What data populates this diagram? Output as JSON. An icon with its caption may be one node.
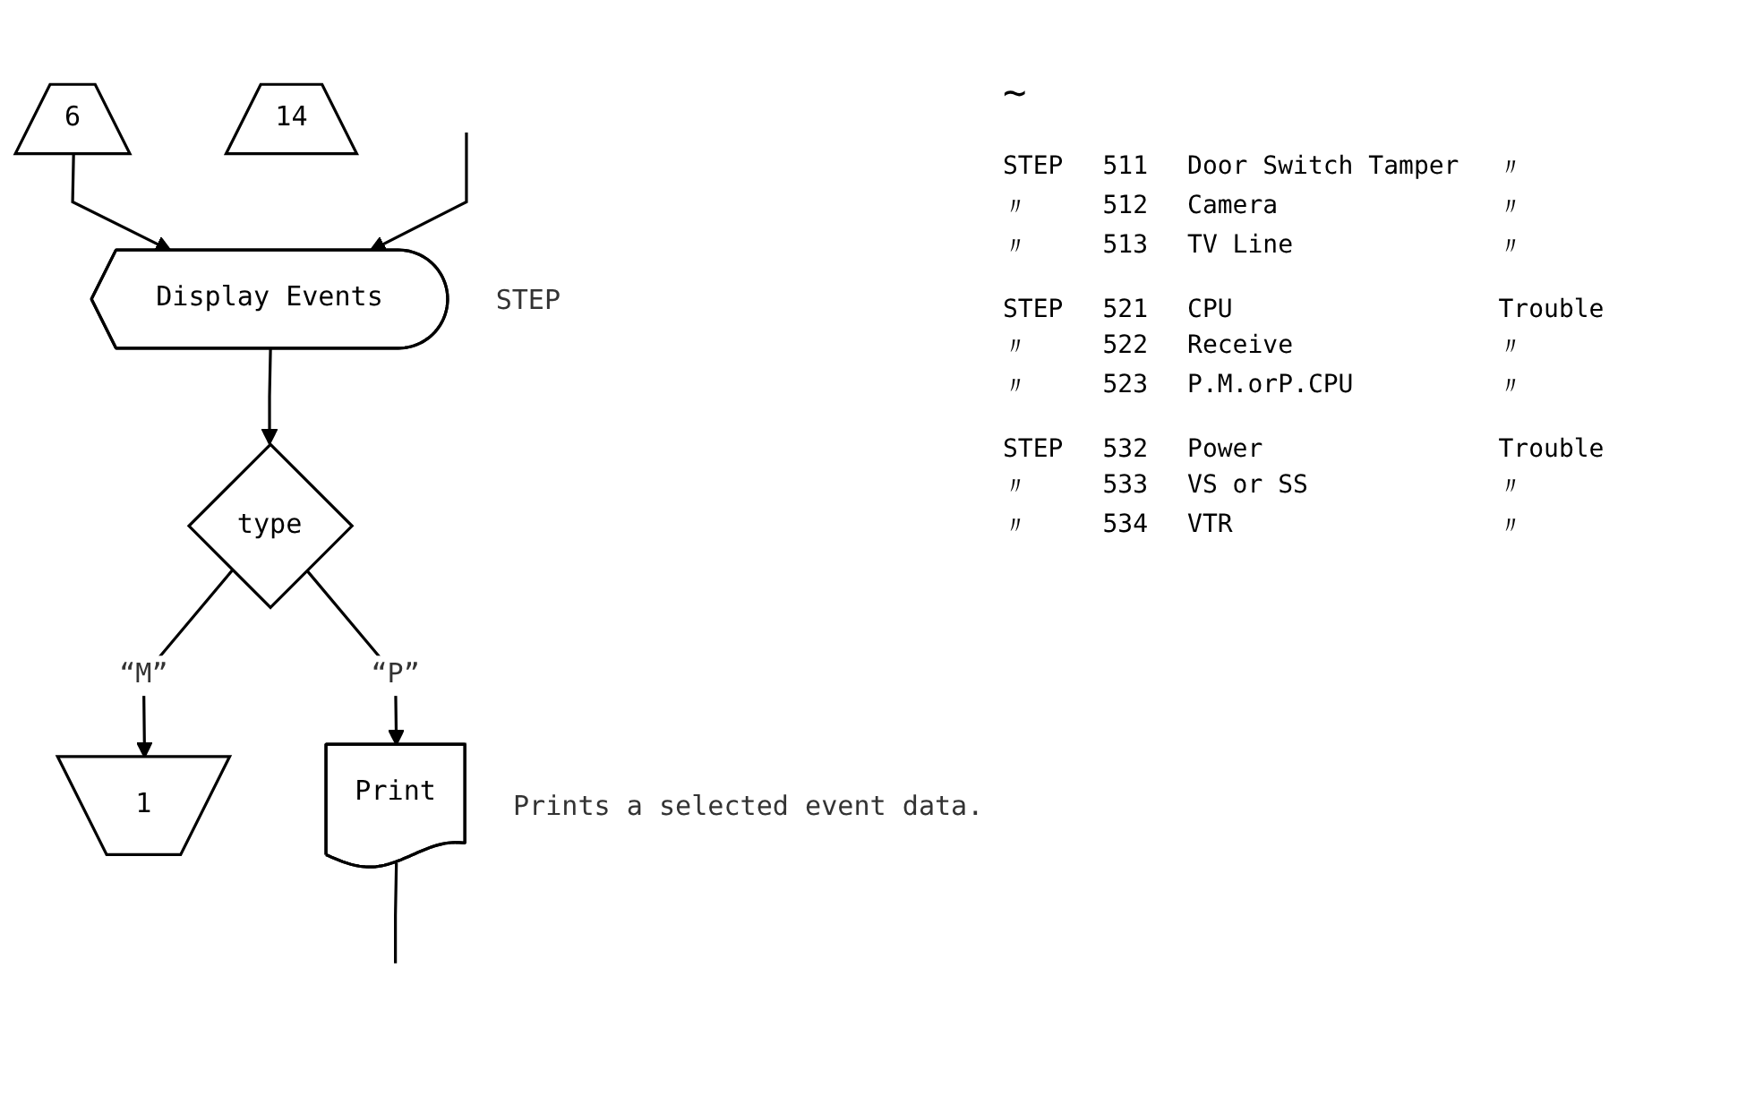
{
  "diagram": {
    "nodes": [
      {
        "text": [
          "6"
        ]
      },
      {
        "text": [
          "14"
        ]
      },
      {
        "text": [
          "Display Events"
        ],
        "beside": [
          "STEP"
        ]
      },
      {
        "text": [
          "type"
        ]
      },
      {
        "text": [
          "1"
        ]
      },
      {
        "text": [
          "Print"
        ],
        "beside": [
          "Prints a selected event data."
        ]
      }
    ],
    "edges": [
      {
        "from": 0,
        "to": 2,
        "arrow": "to"
      },
      {
        "from": null,
        "to": 2,
        "arrow": "to"
      },
      {
        "from": 2,
        "to": 3,
        "arrow": "to"
      },
      {
        "from": 3,
        "to": 4,
        "arrow": "to",
        "label": "“M”"
      },
      {
        "from": 3,
        "to": 5,
        "arrow": "to",
        "label": "“P”"
      },
      {
        "from": 5,
        "to": null,
        "arrow": "none"
      }
    ],
    "labels": [
      "~",
      "STEP",
      "511",
      "Door Switch Tamper",
      "〃",
      "〃",
      "512",
      "Camera",
      "〃",
      "〃",
      "513",
      "TV Line",
      "〃",
      "STEP",
      "521",
      "CPU",
      "Trouble",
      "〃",
      "522",
      "Receive",
      "〃",
      "〃",
      "523",
      "P.M.orP.CPU",
      "〃",
      "STEP",
      "532",
      "Power",
      "Trouble",
      "〃",
      "533",
      "VS or SS",
      "〃",
      "〃",
      "534",
      "VTR",
      "〃"
    ]
  }
}
